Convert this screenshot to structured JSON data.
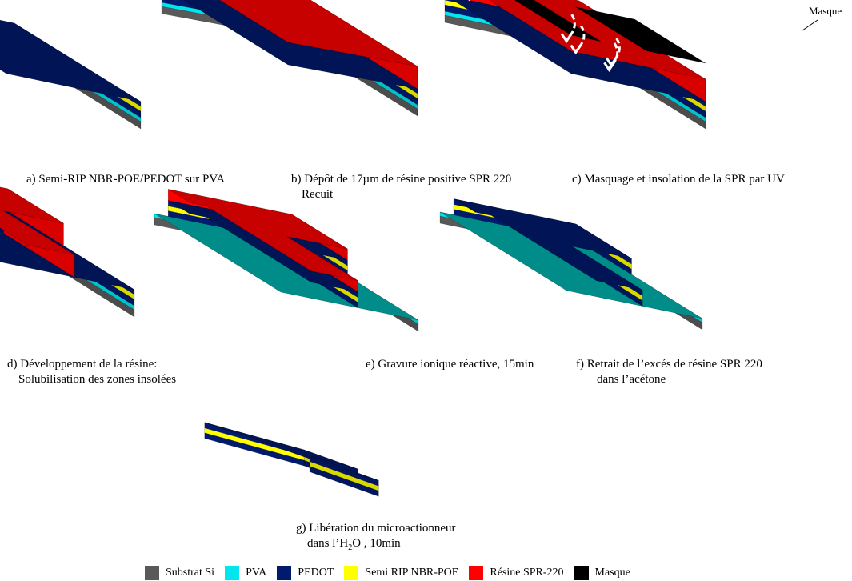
{
  "colors": {
    "substrat": "#595959",
    "pva": "#00e5ee",
    "pedot": "#001a6e",
    "nbr": "#ffff00",
    "resine": "#ff0000",
    "masque": "#000000",
    "pva_exposed": "#00b3b0"
  },
  "captions": {
    "a": {
      "line1": "a) Semi-RIP NBR-POE/PEDOT sur PVA"
    },
    "b": {
      "line1": "b) Dépôt de 17µm de résine positive SPR 220",
      "line2": "Recuit"
    },
    "c": {
      "line1": "c) Masquage et insolation de la SPR  par  UV"
    },
    "d": {
      "line1": "d) Développement de la résine:",
      "line2": "Solubilisation des zones insolées"
    },
    "e": {
      "line1": "e) Gravure ionique réactive, 15min"
    },
    "f": {
      "line1": "f) Retrait de l’excés de résine SPR 220",
      "line2": "dans l’acétone"
    },
    "g": {
      "line1": "g) Libération du microactionneur",
      "line2_pre": "dans l’H",
      "line2_sub": "2",
      "line2_post": "O , 10min"
    }
  },
  "masque_label": "Masque",
  "legend": [
    {
      "label": "Substrat Si",
      "color": "#595959"
    },
    {
      "label": "PVA",
      "color": "#00e5ee"
    },
    {
      "label": "PEDOT",
      "color": "#001a6e"
    },
    {
      "label": "Semi RIP NBR-POE",
      "color": "#ffff00"
    },
    {
      "label": "Résine SPR-220",
      "color": "#ff0000"
    },
    {
      "label": "Masque",
      "color": "#000000"
    }
  ]
}
